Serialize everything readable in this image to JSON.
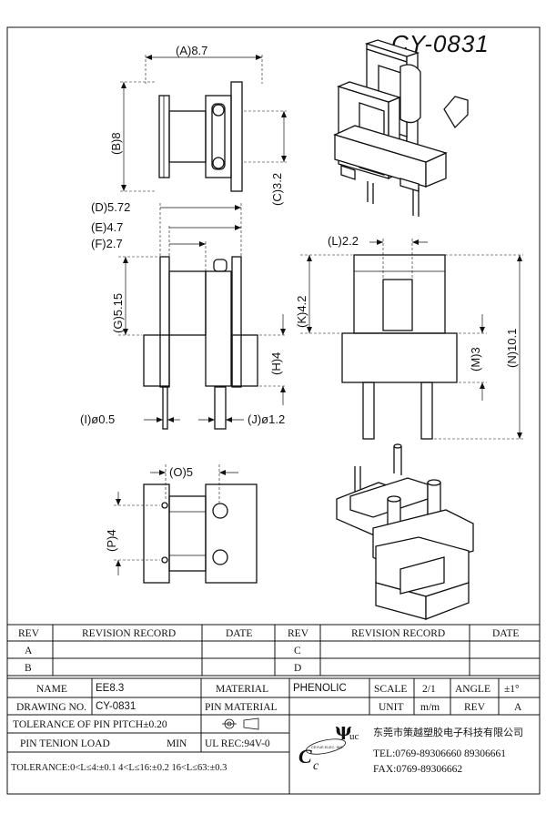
{
  "title": "CY-0831",
  "dimensions": {
    "A": "(A)8.7",
    "B": "(B)8",
    "C": "(C)3.2",
    "D": "(D)5.72",
    "E": "(E)4.7",
    "F": "(F)2.7",
    "G": "(G)5.15",
    "H": "(H)4",
    "I": "(I)ø0.5",
    "J": "(J)ø1.2",
    "K": "(K)4.2",
    "L": "(L)2.2",
    "M": "(M)3",
    "N": "(N)10.1",
    "O": "(O)5",
    "P": "(P)4"
  },
  "revision_table": {
    "rev_header": "REV",
    "record_header": "REVISION RECORD",
    "date_header": "DATE",
    "rows_left": [
      "A",
      "B"
    ],
    "rows_right": [
      "C",
      "D"
    ]
  },
  "title_block": {
    "name_label": "NAME",
    "name_value": "EE8.3",
    "material_label": "MATERIAL",
    "material_value": "PHENOLIC",
    "scale_label": "SCALE",
    "scale_value": "2/1",
    "angle_label": "ANGLE",
    "angle_value": "±1°",
    "drawing_no_label": "DRAWING NO.",
    "drawing_no_value": "CY-0831",
    "pin_material_label": "PIN MATERIAL",
    "unit_label": "UNIT",
    "unit_value": "m/m",
    "rev_label": "REV",
    "rev_value": "A",
    "tolerance_pitch": "TOLERANCE OF PIN PITCH±0.20",
    "pin_tension": "PIN TENION LOAD",
    "min_label": "MIN",
    "ul_rec": "UL REC:94V-0",
    "tolerance": "TOLERANCE:0<L≤4:±0.1  4<L≤16:±0.2  16<L≤63:±0.3",
    "company_name": "东莞市策越塑胶电子科技有限公司",
    "tel": "TEL:0769-89306660 89306661",
    "fax": "FAX:0769-89306662",
    "logo_letter_c1": "C",
    "logo_letter_c2": "c",
    "logo_psi": "ψ",
    "logo_uc": "uc",
    "logo_ring": "CEYUE ELEC. INC."
  }
}
